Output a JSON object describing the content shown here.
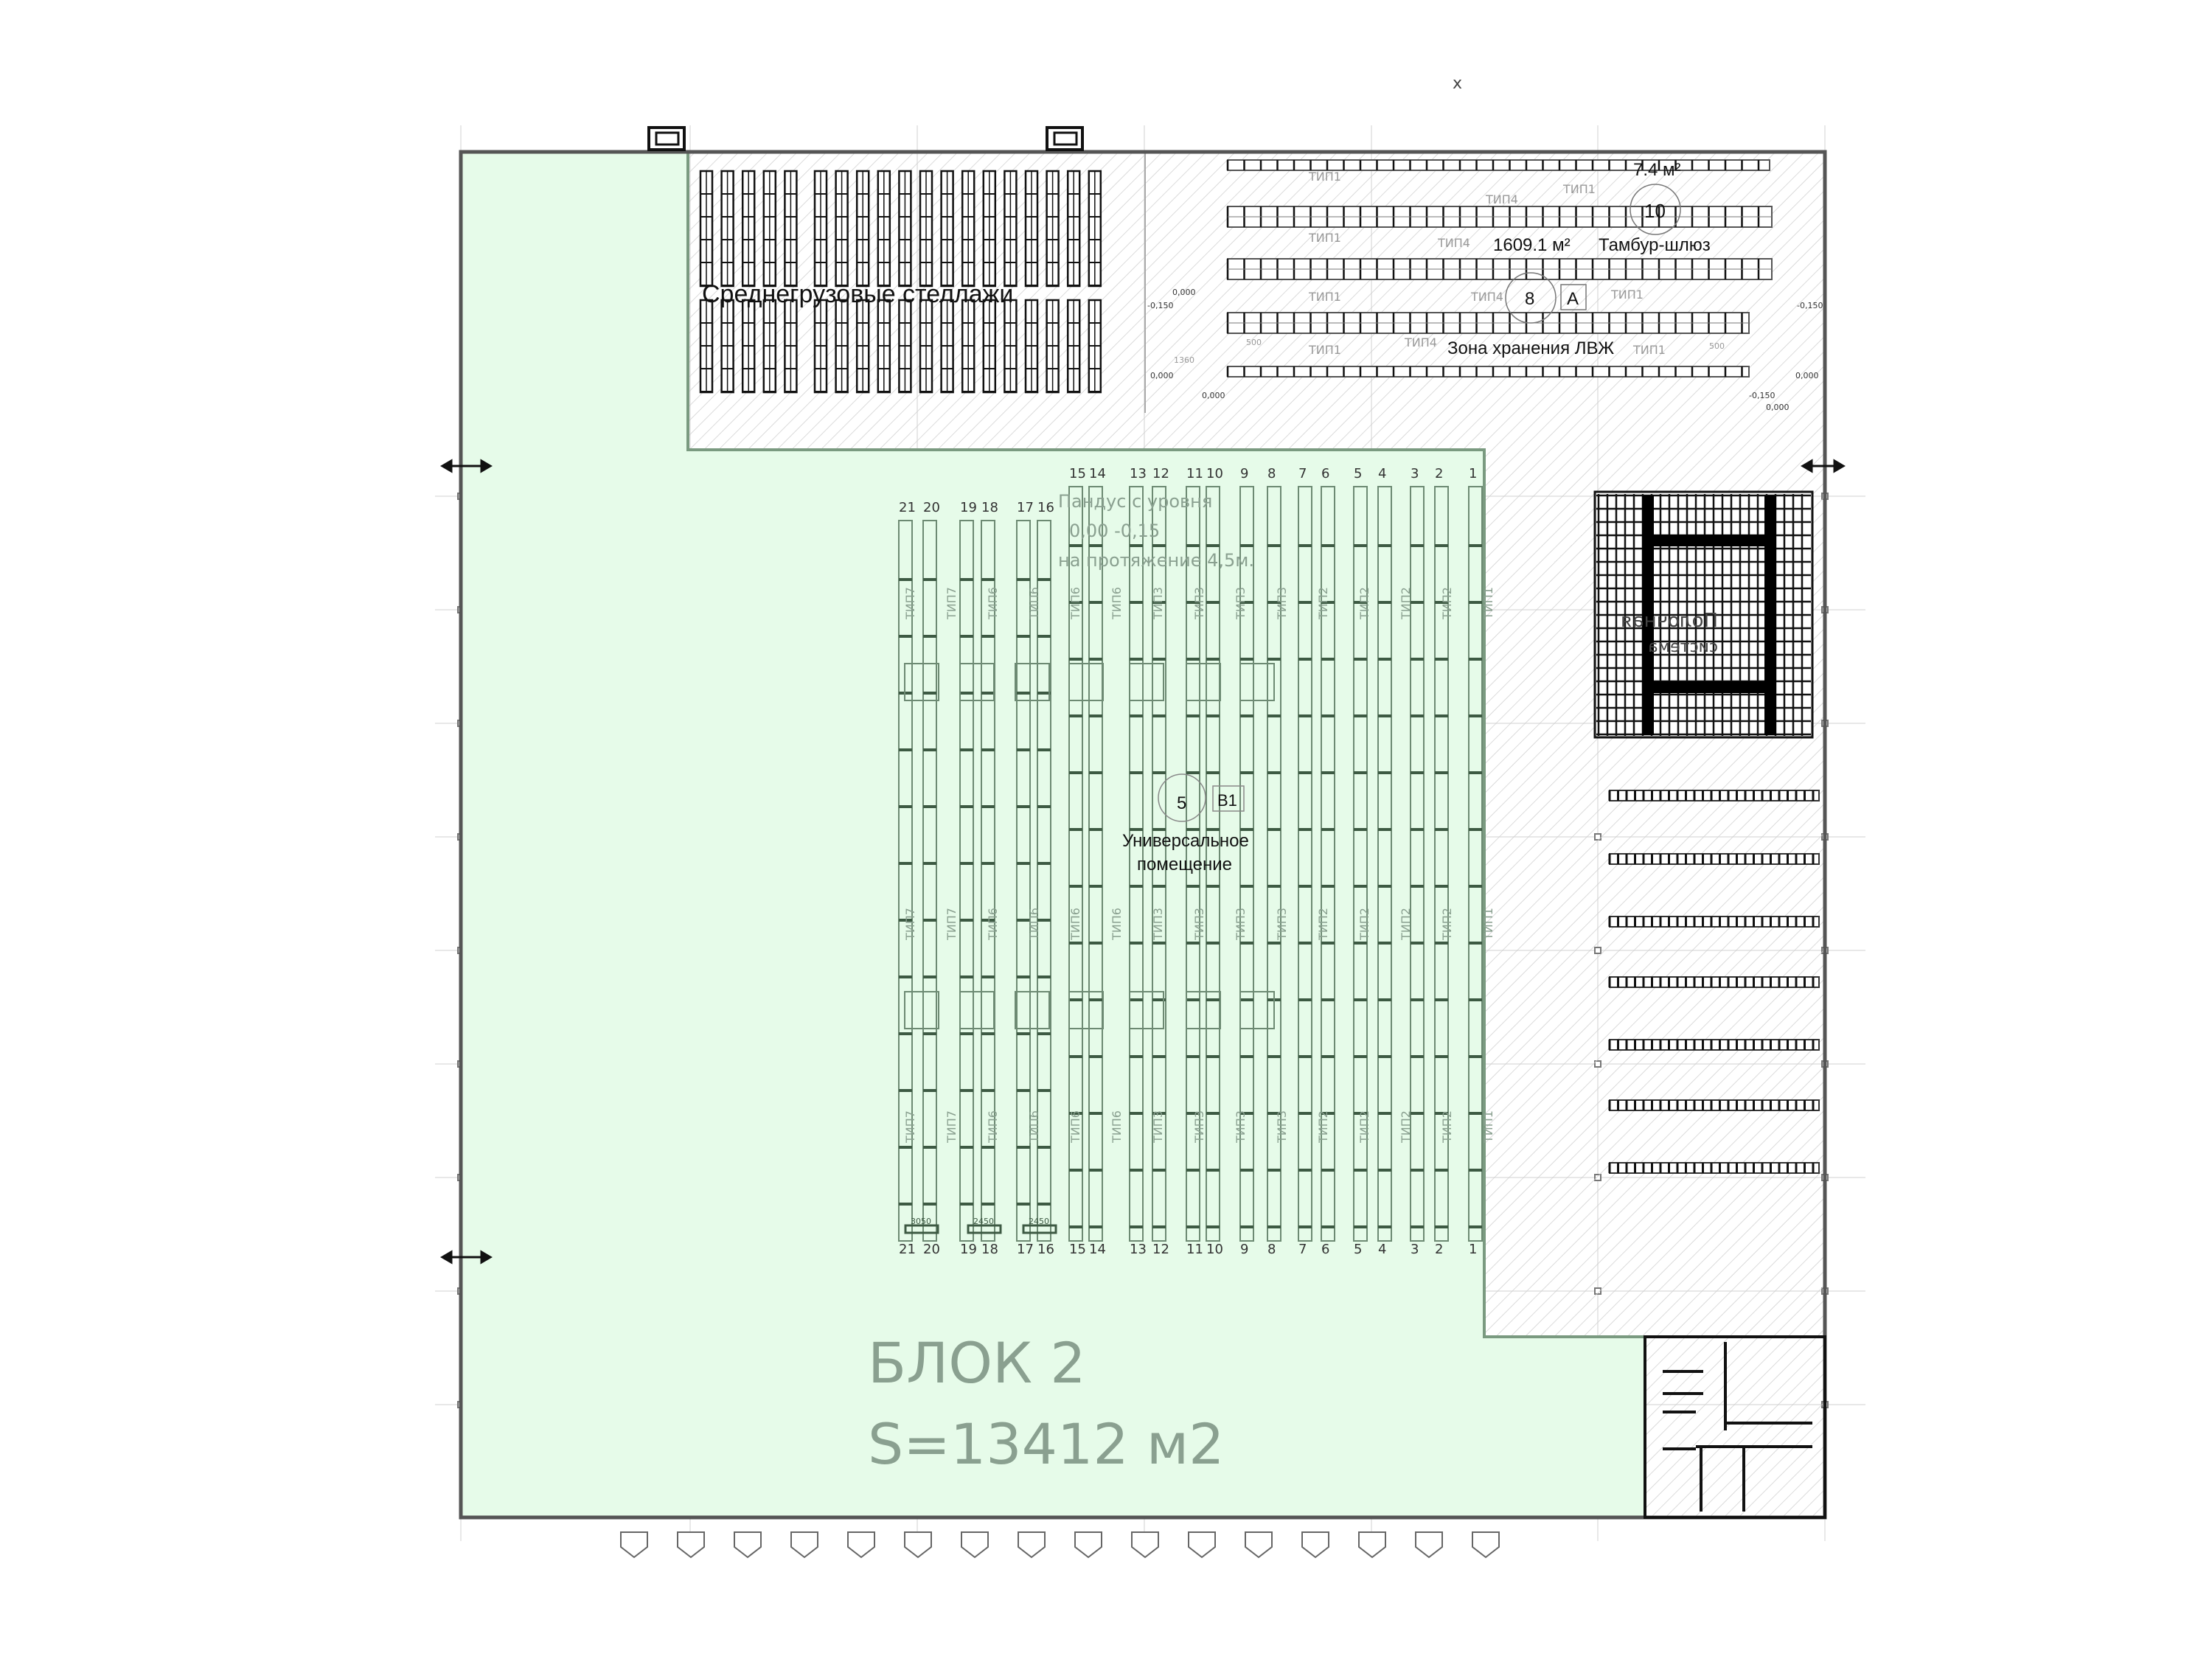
{
  "colors": {
    "green_zone": "#e6fbe9",
    "green_stroke": "#7a9a80",
    "wall": "#555555",
    "rack": "#111111",
    "rack_green": "#5c7a62"
  },
  "top_marker": "x",
  "block": {
    "title": "БЛОК 2",
    "area": "S=13412 м2"
  },
  "zone_medium_racks": {
    "label": "Среднегрузовые стеллажи"
  },
  "zone_lvzh": {
    "area": "1609.1 м²",
    "area_small": "7.4 м²",
    "room_num_10": "10",
    "room_name_airlock": "Тамбур-шлюз",
    "room_num_8": "8",
    "room_tag": "A",
    "name": "Зона хранения ЛВЖ",
    "type_labels": [
      "ТИП1",
      "ТИП1",
      "ТИП4",
      "ТИП1",
      "ТИП4",
      "ТИП1",
      "ТИП1",
      "ТИП4",
      "ТИП1",
      "ТИП4",
      "ТИП1"
    ],
    "levels": [
      "-0,150",
      "-0,150",
      "0,000",
      "0,000",
      "0,000",
      "-0,150",
      "0,000",
      "0,000"
    ],
    "dims": [
      "500",
      "500",
      "1360"
    ]
  },
  "universal_room": {
    "num": "5",
    "tag": "B1",
    "name_line1": "Универсальное",
    "name_line2": "помещение",
    "ramp_line1": "Пандус с уровня",
    "ramp_line2": "0,00 -0,15",
    "ramp_line3": "на протяжение 4,5м.",
    "rack_numbers": [
      "21",
      "20",
      "19",
      "18",
      "17",
      "16",
      "15",
      "14",
      "13",
      "12",
      "11",
      "10",
      "9",
      "8",
      "7",
      "6",
      "5",
      "4",
      "3",
      "2",
      "1"
    ],
    "type_labels": [
      "ТИП7",
      "ТИП7",
      "ТИП6",
      "ТИП6",
      "ТИП6",
      "ТИП6",
      "ТИП3",
      "ТИП3",
      "ТИП3",
      "ТИП3",
      "ТИП2",
      "ТИП2",
      "ТИП2",
      "ТИП2",
      "ТИП1"
    ],
    "dims": [
      "3050",
      "2450",
      "2450"
    ]
  },
  "mezzanine": {
    "label_line1": "Полочная",
    "label_line2": "система"
  }
}
